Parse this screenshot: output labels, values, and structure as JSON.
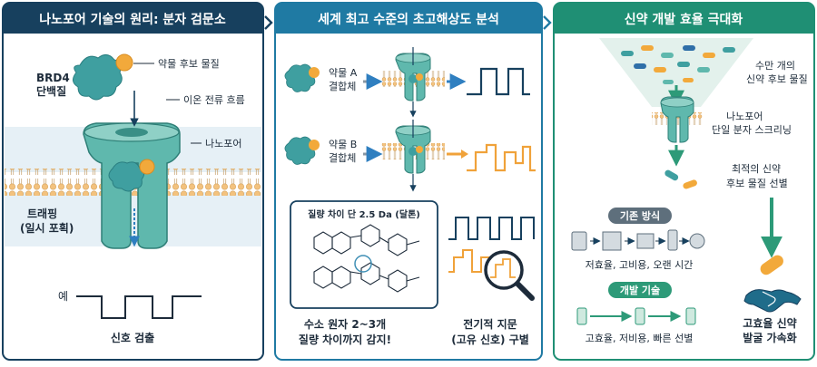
{
  "panel1": {
    "title": "나노포어 기술의 원리: 분자 검문소",
    "label_drug": "약물 후보 물질",
    "label_protein_l1": "BRD4",
    "label_protein_l2": "단백질",
    "label_ion_flow": "이온 전류 흐름",
    "label_nanopore": "나노포어",
    "label_trap_l1": "트래핑",
    "label_trap_l2": "(일시 포획)",
    "label_example": "예",
    "label_signal": "신호 검출"
  },
  "panel2": {
    "title": "세계 최고 수준의 초고해상도 분석",
    "drug_a_l1": "약물 A",
    "drug_a_l2": "결합체",
    "drug_b_l1": "약물 B",
    "drug_b_l2": "결합체",
    "inset_title": "질량 차이 단 2.5 Da (달톤)",
    "caption_left_l1": "수소 원자 2~3개",
    "caption_left_l2": "질량 차이까지 감지!",
    "caption_right_l1": "전기적 지문",
    "caption_right_l2": "(고유 신호) 구별"
  },
  "panel3": {
    "title": "신약 개발 효율 극대화",
    "label_many_l1": "수만 개의",
    "label_many_l2": "신약 후보 물질",
    "label_screen_l1": "나노포어",
    "label_screen_l2": "단일 분자 스크리닝",
    "label_select_l1": "최적의 신약",
    "label_select_l2": "후보 물질 선별",
    "pill_old": "기존 방식",
    "old_desc": "저효율, 고비용, 오랜 시간",
    "pill_new": "개발 기술",
    "new_desc": "고효율, 저비용, 빠른 선별",
    "label_result_l1": "고효율 신약",
    "label_result_l2": "발굴 가속화"
  },
  "colors": {
    "panel1_header": "#17405e",
    "panel2_header": "#1f7aa3",
    "panel3_header": "#1f8f74",
    "pore_teal": "#5fb8ad",
    "drug_orange": "#f2a93b",
    "protein_teal": "#3f9fa0",
    "signal_navy": "#17405e",
    "signal_orange": "#f0a23a",
    "arrow_blue": "#2f7fc0"
  }
}
